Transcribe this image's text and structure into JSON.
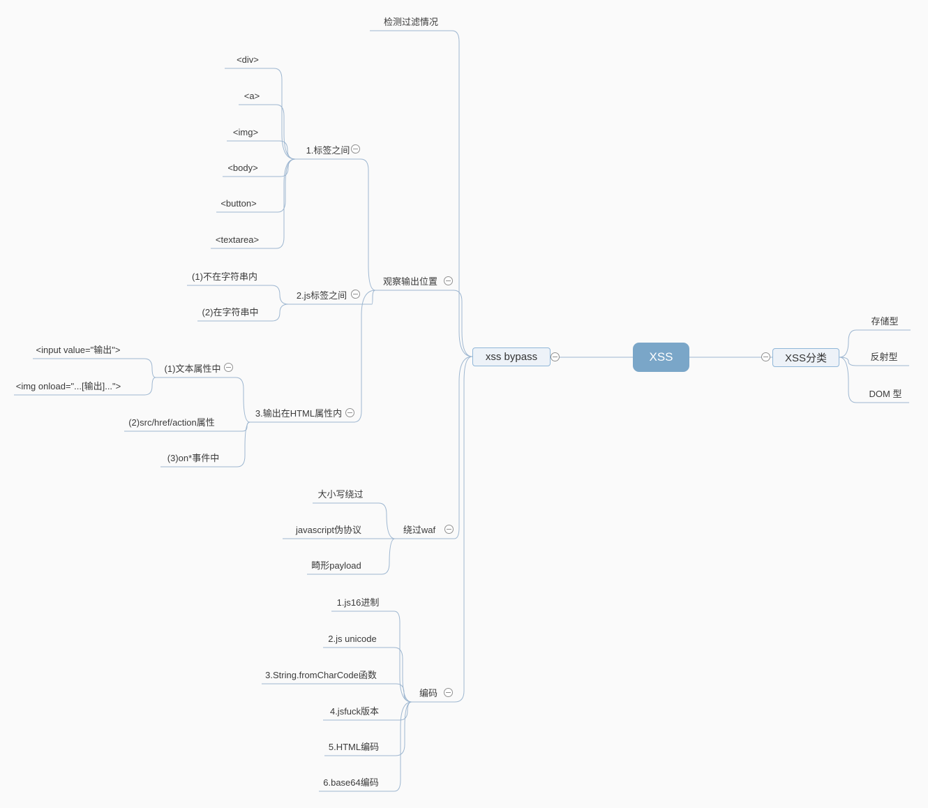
{
  "diagram": {
    "type": "mindmap",
    "topic": "XSS"
  },
  "colors": {
    "background": "#fafafa",
    "line": "#9db6d0",
    "root_fill": "#7aa6c8",
    "root_text": "#ffffff",
    "branch_box_fill": "#edf2f8",
    "branch_box_border": "#8fb6d8",
    "label_text": "#3a3a3a",
    "collapse_icon": "#8f8f8f"
  },
  "icons": {
    "collapse": "minus-circle-icon"
  },
  "nodes": [
    {
      "id": "xss-root",
      "label": "XSS",
      "level": "root"
    },
    {
      "id": "xss-bypass",
      "label": "xss bypass",
      "level": "branch",
      "collapse_icon": true
    },
    {
      "id": "xss-category",
      "label": "XSS分类",
      "level": "branch",
      "collapse_icon": true
    },
    {
      "id": "detect-filter",
      "label": "检测过滤情况",
      "parent": "xss-bypass"
    },
    {
      "id": "observe-output",
      "label": "观察输出位置",
      "parent": "xss-bypass",
      "collapse_icon": true
    },
    {
      "id": "bypass-waf",
      "label": "绕过waf",
      "parent": "xss-bypass",
      "collapse_icon": true
    },
    {
      "id": "encode",
      "label": "编码",
      "parent": "xss-bypass",
      "collapse_icon": true
    },
    {
      "id": "between-tags",
      "label": "1.标签之间",
      "parent": "observe-output",
      "collapse_icon": true
    },
    {
      "id": "js-between",
      "label": "2.js标签之间",
      "parent": "observe-output",
      "collapse_icon": true
    },
    {
      "id": "html-attr",
      "label": "3.输出在HTML属性内",
      "parent": "observe-output",
      "collapse_icon": true
    },
    {
      "id": "tag-div",
      "label": "<div>",
      "parent": "between-tags"
    },
    {
      "id": "tag-a",
      "label": "<a>",
      "parent": "between-tags"
    },
    {
      "id": "tag-img",
      "label": "<img>",
      "parent": "between-tags"
    },
    {
      "id": "tag-body",
      "label": "<body>",
      "parent": "between-tags"
    },
    {
      "id": "tag-button",
      "label": "<button>",
      "parent": "between-tags"
    },
    {
      "id": "tag-textarea",
      "label": "<textarea>",
      "parent": "between-tags"
    },
    {
      "id": "not-in-string",
      "label": "(1)不在字符串内",
      "parent": "js-between"
    },
    {
      "id": "in-string",
      "label": "(2)在字符串中",
      "parent": "js-between"
    },
    {
      "id": "text-attr",
      "label": "(1)文本属性中",
      "parent": "html-attr",
      "collapse_icon": true
    },
    {
      "id": "src-href-action",
      "label": "(2)src/href/action属性",
      "parent": "html-attr"
    },
    {
      "id": "on-event",
      "label": "(3)on*事件中",
      "parent": "html-attr"
    },
    {
      "id": "input-value",
      "label": "<input value=\"输出\">",
      "parent": "text-attr"
    },
    {
      "id": "img-onload",
      "label": "<img onload=\"...[输出]...\">",
      "parent": "text-attr"
    },
    {
      "id": "case-bypass",
      "label": "大小写绕过",
      "parent": "bypass-waf"
    },
    {
      "id": "js-pseudo",
      "label": "javascript伪协议",
      "parent": "bypass-waf"
    },
    {
      "id": "malformed-payload",
      "label": "畸形payload",
      "parent": "bypass-waf"
    },
    {
      "id": "js16",
      "label": "1.js16进制",
      "parent": "encode"
    },
    {
      "id": "js-unicode",
      "label": "2.js unicode",
      "parent": "encode"
    },
    {
      "id": "fromcharcode",
      "label": "3.String.fromCharCode函数",
      "parent": "encode"
    },
    {
      "id": "jsfuck",
      "label": "4.jsfuck版本",
      "parent": "encode"
    },
    {
      "id": "html-encode",
      "label": "5.HTML编码",
      "parent": "encode"
    },
    {
      "id": "base64",
      "label": "6.base64编码",
      "parent": "encode"
    },
    {
      "id": "store-type",
      "label": "存储型",
      "parent": "xss-category"
    },
    {
      "id": "reflect-type",
      "label": "反射型",
      "parent": "xss-category"
    },
    {
      "id": "dom-type",
      "label": "DOM 型",
      "parent": "xss-category"
    }
  ]
}
